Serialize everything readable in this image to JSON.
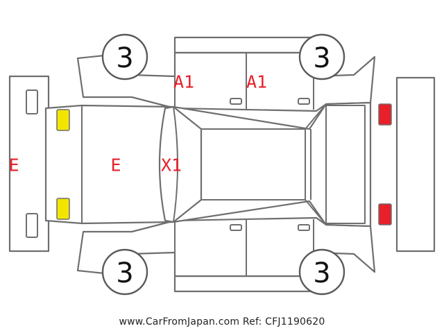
{
  "colors": {
    "damage_code": "#e8202a",
    "front_lamp": "#f2e600",
    "rear_lamp": "#e8202a",
    "outline": "#6e6e6e"
  },
  "tires": [
    {
      "id": "front-left",
      "label": "3"
    },
    {
      "id": "rear-left",
      "label": "3"
    },
    {
      "id": "front-right",
      "label": "3"
    },
    {
      "id": "rear-right",
      "label": "3"
    }
  ],
  "damage_codes": {
    "front_bumper": "E",
    "hood": "E",
    "windshield": "X1",
    "front_door_left": "A1",
    "rear_door_left": "A1"
  },
  "footer": {
    "site": "www.CarFromJapan.com",
    "ref": "Ref: CFJ1190620"
  }
}
